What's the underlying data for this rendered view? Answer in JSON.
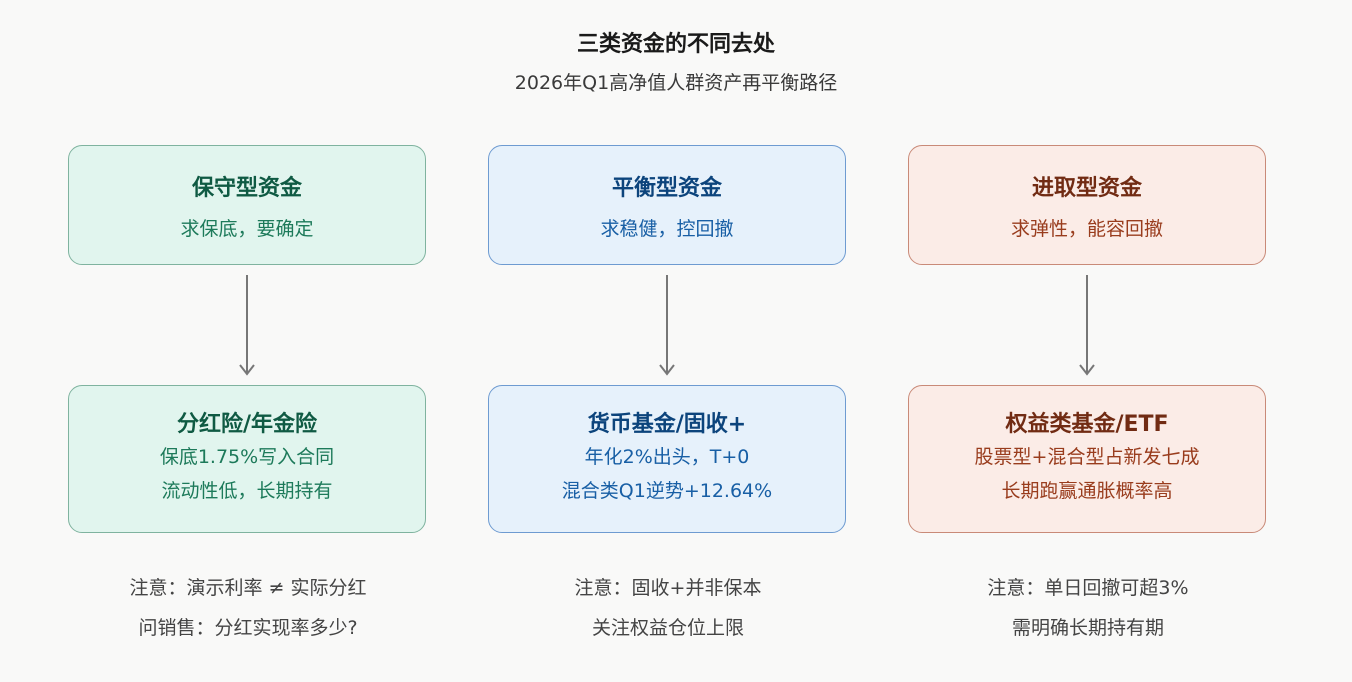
{
  "title": "三类资金的不同去处",
  "subtitle": "2026年Q1高净值人群资产再平衡路径",
  "columns": [
    {
      "type": "保守型资金",
      "type_desc": "求保底，要确定",
      "product": "分红险/年金险",
      "lines": [
        "保底1.75%写入合同",
        "流动性低，长期持有"
      ],
      "notes": [
        "注意：演示利率 ≠ 实际分红",
        "问销售：分红实现率多少?"
      ],
      "color": "#1d7a5a"
    },
    {
      "type": "平衡型资金",
      "type_desc": "求稳健，控回撤",
      "product": "货币基金/固收+",
      "lines": [
        "年化2%出头，T+0",
        "混合类Q1逆势+12.64%"
      ],
      "notes": [
        "注意：固收+并非保本",
        "关注权益仓位上限"
      ],
      "color": "#185fa5"
    },
    {
      "type": "进取型资金",
      "type_desc": "求弹性，能容回撤",
      "product": "权益类基金/ETF",
      "lines": [
        "股票型+混合型占新发七成",
        "长期跑赢通胀概率高"
      ],
      "notes": [
        "注意：单日回撤可超3%",
        "需明确长期持有期"
      ],
      "color": "#993c1d"
    }
  ]
}
